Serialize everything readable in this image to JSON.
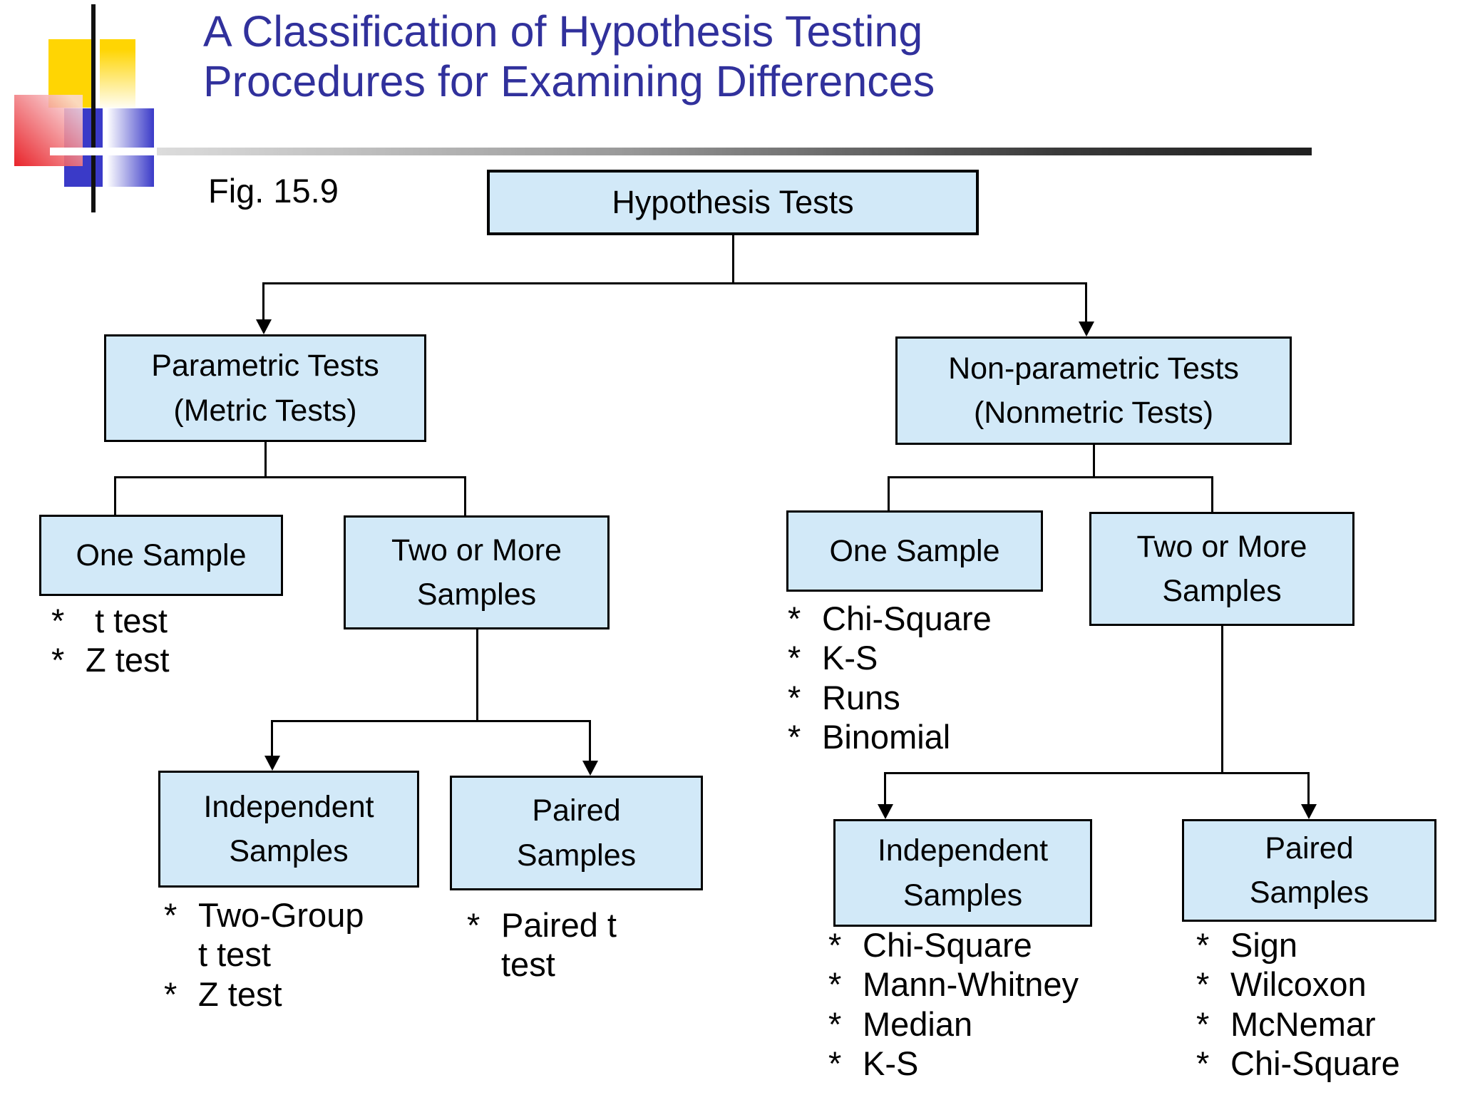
{
  "title": {
    "line1": "A Classification of Hypothesis Testing",
    "line2": "Procedures for Examining Differences"
  },
  "figure_label": "Fig. 15.9",
  "bullet_char": "* ",
  "colors": {
    "title_text": "#31319c",
    "box_fill": "#d2e9f8",
    "box_border": "#000000",
    "connector": "#000000",
    "decoration_yellow": "#ffd503",
    "decoration_red": "#e7181f",
    "decoration_blue": "#3a3ac8"
  },
  "nodes": {
    "root": {
      "line1": "Hypothesis Tests"
    },
    "parametric": {
      "line1": "Parametric Tests",
      "line2": "(Metric Tests)"
    },
    "nonparametric": {
      "line1": "Non-parametric Tests",
      "line2": "(Nonmetric Tests)"
    },
    "param_one_sample": {
      "line1": "One Sample"
    },
    "param_two_or_more": {
      "line1": "Two or More",
      "line2": "Samples"
    },
    "nonparam_one_sample": {
      "line1": "One Sample"
    },
    "nonparam_two_or_more": {
      "line1": "Two or More",
      "line2": "Samples"
    },
    "param_independent": {
      "line1": "Independent",
      "line2": "Samples"
    },
    "param_paired": {
      "line1": "Paired",
      "line2": "Samples"
    },
    "nonparam_independent": {
      "line1": "Independent",
      "line2": "Samples"
    },
    "nonparam_paired": {
      "line1": "Paired",
      "line2": "Samples"
    }
  },
  "lists": {
    "param_one_sample": [
      " t test",
      "Z test"
    ],
    "param_independent": [
      "Two-Group t test",
      "Z test"
    ],
    "param_paired": [
      "Paired t test"
    ],
    "nonparam_one_sample": [
      "Chi-Square",
      "K-S",
      "Runs",
      "Binomial"
    ],
    "nonparam_independent": [
      "Chi-Square",
      "Mann-Whitney",
      "Median",
      "K-S"
    ],
    "nonparam_paired": [
      "Sign",
      "Wilcoxon",
      "McNemar",
      "Chi-Square"
    ]
  }
}
